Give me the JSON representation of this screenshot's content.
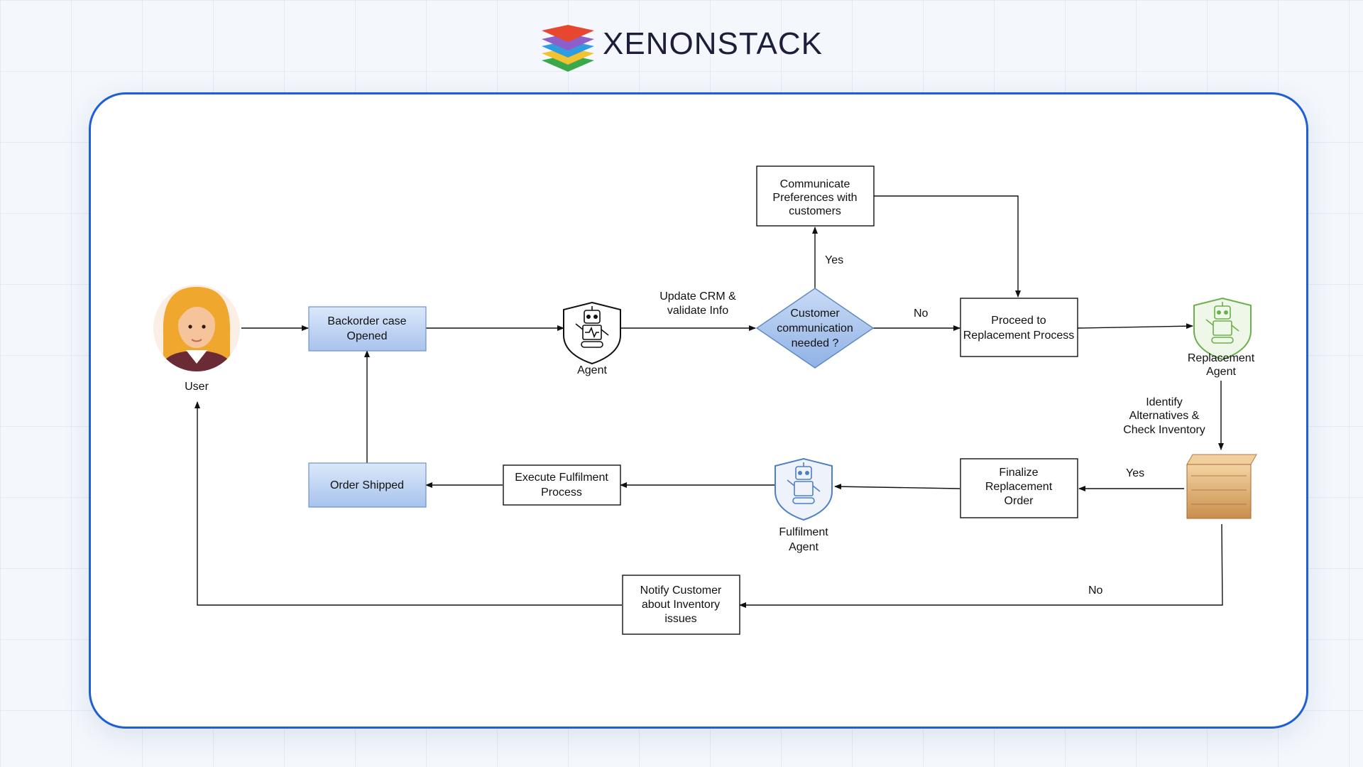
{
  "brand": {
    "name": "XENONSTACK"
  },
  "colors": {
    "card_border": "#1f5fd6",
    "blue_node": "#c2d6f2",
    "decision": "#a9c4ec",
    "green_agent": "#6ab04c"
  },
  "nodes": {
    "user": {
      "label": "User"
    },
    "backorder": {
      "line1": "Backorder case",
      "line2": "Opened"
    },
    "agent": {
      "label": "Agent"
    },
    "decision": {
      "line1": "Customer",
      "line2": "communication",
      "line3": "needed ?"
    },
    "communicate": {
      "line1": "Communicate",
      "line2": "Preferences with",
      "line3": "customers"
    },
    "proceed": {
      "line1": "Proceed to",
      "line2": "Replacement Process"
    },
    "replacement_agent": {
      "line1": "Replacement",
      "line2": "Agent"
    },
    "inventory_box": {
      "icon": "box-icon"
    },
    "finalize": {
      "line1": "Finalize",
      "line2": "Replacement",
      "line3": "Order"
    },
    "fulfilment_agent": {
      "line1": "Fulfilment",
      "line2": "Agent"
    },
    "execute": {
      "line1": "Execute Fulfilment",
      "line2": "Process"
    },
    "shipped": {
      "label": "Order Shipped"
    },
    "notify": {
      "line1": "Notify Customer",
      "line2": "about Inventory",
      "line3": "issues"
    }
  },
  "edges": {
    "update_crm": {
      "line1": "Update CRM &",
      "line2": "validate Info"
    },
    "yes_top": "Yes",
    "no_right": "No",
    "identify": {
      "line1": "Identify",
      "line2": "Alternatives &",
      "line3": "Check Inventory"
    },
    "yes_bottom": "Yes",
    "no_bottom": "No"
  }
}
